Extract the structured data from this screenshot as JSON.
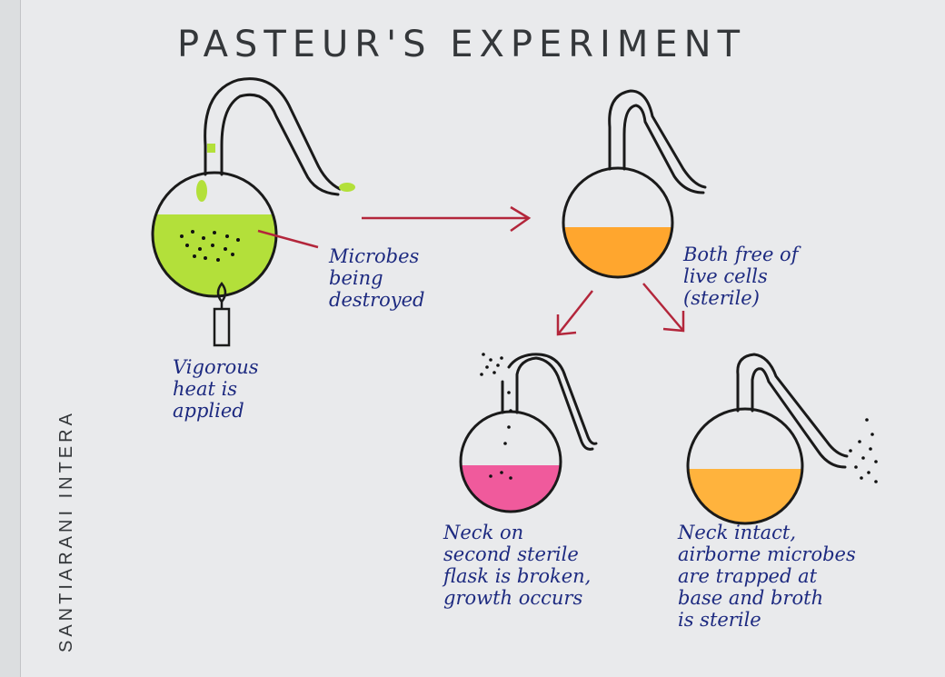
{
  "title": "PASTEUR'S EXPERIMENT",
  "author": "SANTIARANI INTERA",
  "labels": {
    "heat": "Vigorous\nheat is\napplied",
    "microbes": "Microbes\nbeing\ndestroyed",
    "sterile": "Both free of\nlive cells\n(sterile)",
    "broken": "Neck on\nsecond sterile\nflask is broken,\ngrowth occurs",
    "intact": "Neck intact,\nairborne microbes\nare trapped at\nbase and broth\nis sterile"
  },
  "colors": {
    "flask1_broth": "#b3e03a",
    "flask2_broth": "#ffa62e",
    "flask3_broth": "#f05a9c",
    "flask4_broth": "#ffb33d",
    "ink": "#1d2a80",
    "arrow": "#b3263b",
    "outline": "#1a1a1a"
  }
}
